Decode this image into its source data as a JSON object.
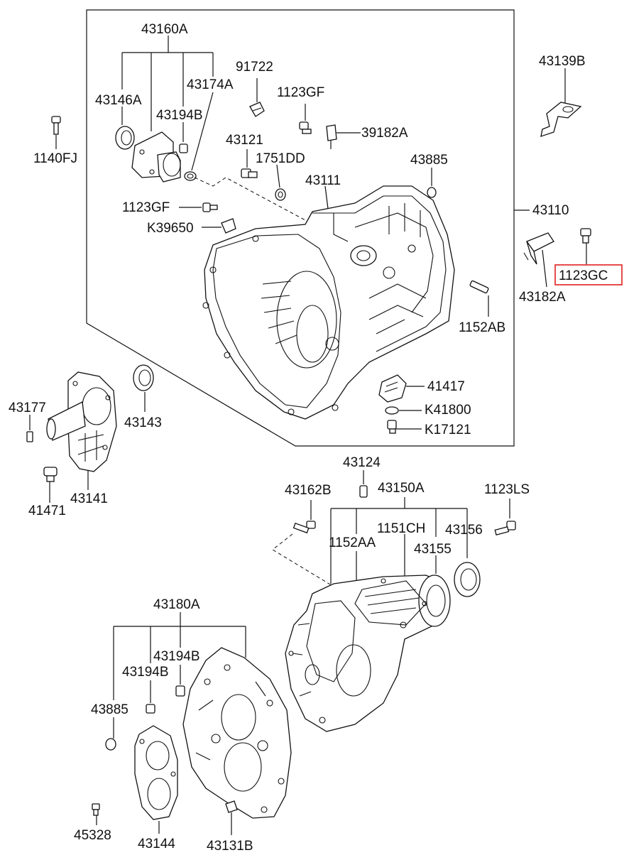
{
  "labels": {
    "l43160A": "43160A",
    "l43139B": "43139B",
    "l91722": "91722",
    "l43174A": "43174A",
    "l43146A": "43146A",
    "l1123GF_top": "1123GF",
    "l43194B_top": "43194B",
    "l39182A": "39182A",
    "l1140FJ": "1140FJ",
    "l43121": "43121",
    "l1751DD": "1751DD",
    "l43885_top": "43885",
    "l43111": "43111",
    "l1123GF_mid": "1123GF",
    "l43110": "43110",
    "l1123GC": "1123GC",
    "l43182A": "43182A",
    "lK39650": "K39650",
    "l1152AB": "1152AB",
    "l41417": "41417",
    "lK41800": "K41800",
    "lK17121": "K17121",
    "l43177": "43177",
    "l43143": "43143",
    "l43124": "43124",
    "l41471": "41471",
    "l43141": "43141",
    "l43162B": "43162B",
    "l43150A": "43150A",
    "l1123LS": "1123LS",
    "l1151CH": "1151CH",
    "l43156": "43156",
    "l1152AA": "1152AA",
    "l43155": "43155",
    "l43180A": "43180A",
    "l43194B_b1": "43194B",
    "l43194B_b2": "43194B",
    "l43885_bot": "43885",
    "l45328": "45328",
    "l43144": "43144",
    "l43131B": "43131B"
  },
  "highlight": {
    "part": "1123GC",
    "color": "#e02020"
  }
}
